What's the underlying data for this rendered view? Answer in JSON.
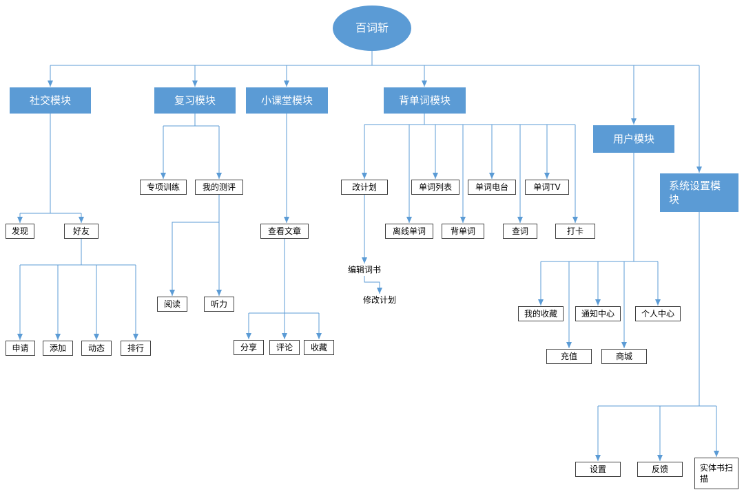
{
  "diagram": {
    "root": {
      "label": "百词斩"
    },
    "modules": {
      "social": {
        "label": "社交模块"
      },
      "review": {
        "label": "复习模块"
      },
      "classroom": {
        "label": "小课堂模块"
      },
      "memorize": {
        "label": "背单词模块"
      },
      "user": {
        "label": "用户模块"
      },
      "system": {
        "label": "系统设置模块"
      }
    },
    "social": {
      "discover": "发现",
      "friends": "好友",
      "apply": "申请",
      "add": "添加",
      "dynamics": "动态",
      "ranking": "排行"
    },
    "review": {
      "special_training": "专项训练",
      "my_evaluation": "我的测评",
      "reading": "阅读",
      "listening": "听力"
    },
    "classroom": {
      "view_article": "查看文章",
      "share": "分享",
      "comment": "评论",
      "favorite": "收藏"
    },
    "memorize": {
      "change_plan": "改计划",
      "word_list": "单词列表",
      "word_radio": "单词电台",
      "word_tv": "单词TV",
      "offline_words": "离线单词",
      "recite_words": "背单词",
      "lookup_word": "查词",
      "check_in": "打卡",
      "edit_wordbook": "编辑词书",
      "modify_plan": "修改计划"
    },
    "user": {
      "my_collection": "我的收藏",
      "notification_center": "通知中心",
      "personal_center": "个人中心",
      "recharge": "充值",
      "mall": "商城"
    },
    "system": {
      "settings": "设置",
      "feedback": "反馈",
      "book_scan": "实体书扫描"
    },
    "colors": {
      "module_fill": "#5b9bd5",
      "module_text": "#ffffff",
      "connector": "#5b9bd5",
      "box_border": "#404040",
      "box_text": "#000000"
    }
  }
}
